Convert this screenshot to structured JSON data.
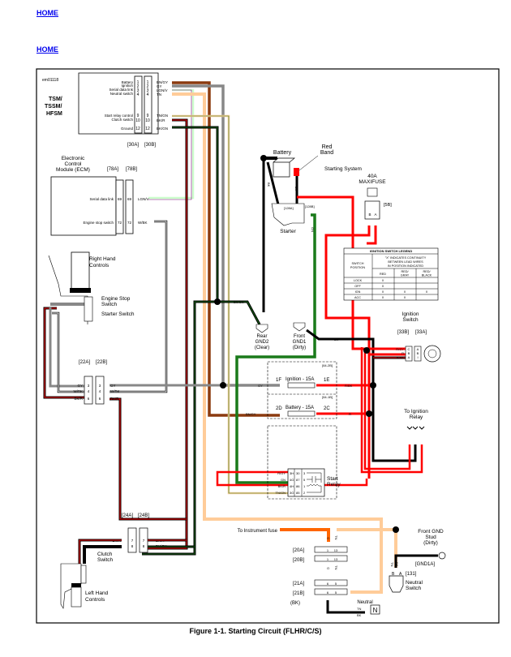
{
  "nav": {
    "home_link_1": "HOME",
    "home_link_2": "HOME"
  },
  "figure": {
    "id_tag": "em01118",
    "caption": "Figure 1-1. Starting Circuit (FLHR/C/S)",
    "title": "Starting System"
  },
  "wire_colors": {
    "BK": "#000000",
    "R": "#ff0000",
    "GN": "#1a7a1a",
    "GY": "#888888",
    "BN": "#8b3a0f",
    "TN": "#ffcc99",
    "LGN": "#ccffcc",
    "V": "#800080",
    "O": "#ff6600"
  },
  "tsm": {
    "name_lines": [
      "TSM/",
      "TSSM/",
      "HFSM"
    ],
    "connector_a": "[30A]",
    "connector_b": "[30B]",
    "pins": [
      {
        "label": "Battery",
        "pin": "1",
        "wire": "BN/GY"
      },
      {
        "label": "Ignition",
        "pin": "2",
        "wire": "GY"
      },
      {
        "label": "Serial data link",
        "pin": "3",
        "wire": "LGN/V"
      },
      {
        "label": "Neutral switch",
        "pin": "4",
        "wire": "TN"
      },
      {
        "label": "Start relay control",
        "pin": "9",
        "wire": "TN/GN"
      },
      {
        "label": "Clutch switch",
        "pin": "10",
        "wire": "BK/R"
      },
      {
        "label": "Ground",
        "pin": "12",
        "wire": "BK/GN"
      }
    ]
  },
  "ecm": {
    "name_lines": [
      "Electronic",
      "Control",
      "Module (ECM)"
    ],
    "connector_a": "[78A]",
    "connector_b": "[78B]",
    "pins": [
      {
        "label": "Serial data link",
        "pin": "69",
        "wire": "LGN/V"
      },
      {
        "label": "Engine stop switch",
        "pin": "72",
        "wire": "W/BK"
      }
    ]
  },
  "right_hand_controls": {
    "name_lines": [
      "Right Hand",
      "Controls"
    ],
    "engine_stop_lines": [
      "Engine Stop",
      "Switch"
    ],
    "starter_switch": "Starter Switch",
    "connector_a": "[22A]",
    "connector_b": "[22B]",
    "pins": [
      {
        "pin": "3",
        "wire": "GY"
      },
      {
        "pin": "4",
        "wire": "W/BK"
      },
      {
        "pin": "6",
        "wire": "BK/R"
      }
    ]
  },
  "left_hand_controls": {
    "name_lines": [
      "Left Hand",
      "Controls"
    ],
    "clutch_lines": [
      "Clutch",
      "Switch"
    ],
    "connector_a": "[24A]",
    "connector_b": "[24B]",
    "pins": [
      {
        "pin": "7",
        "wire_a": "BK/R",
        "wire_b": "BK/R"
      },
      {
        "pin": "8",
        "wire_a": "BK",
        "wire_b": "BK/GN"
      }
    ]
  },
  "battery": {
    "label": "Battery",
    "red_band_lines": [
      "Red",
      "Band"
    ],
    "wire_neg": "BK",
    "wire_pos": "BK"
  },
  "starter": {
    "label": "Starter",
    "conn_a": "[128A]",
    "conn_b": "[128B]",
    "wire": "GN"
  },
  "maxifuse": {
    "lines": [
      "40A",
      "MAXIFUSE"
    ],
    "connector": "[5B]",
    "pin_b": "B",
    "pin_a": "A",
    "wire_b": "R",
    "wire_a": "R"
  },
  "grounds": {
    "rear_lines": [
      "Rear",
      "GND2",
      "(Clear)"
    ],
    "front_lines": [
      "Front",
      "GND1",
      "(Dirty)"
    ],
    "rear_wire": "BK/GN",
    "rear_wire_2": "BK",
    "front_wire": "BK"
  },
  "ignition_legend": {
    "title": "IGNITION SWITCH LEGEND",
    "note_lines": [
      "\"X\" INDICATES CONTINUITY",
      "BETWEEN LEAD WIRES",
      "IN POSITION INDICATED"
    ],
    "col_header_lines": [
      "SWITCH",
      "POSITION"
    ],
    "columns": [
      "RED",
      "RED/\nGRAY",
      "RED/\nBLACK"
    ],
    "rows": [
      {
        "position": "LOCK",
        "values": [
          "X",
          "",
          ""
        ]
      },
      {
        "position": "OFF",
        "values": [
          "X",
          "",
          ""
        ]
      },
      {
        "position": "IGN",
        "values": [
          "X",
          "X",
          "X"
        ]
      },
      {
        "position": "ACC",
        "values": [
          "X",
          "X",
          ""
        ]
      }
    ]
  },
  "ignition_switch": {
    "name_lines": [
      "Ignition",
      "Switch"
    ],
    "connector_b": "[33B]",
    "connector_a": "[33A]",
    "pins": [
      {
        "pin_b": "C",
        "pin_a": "A",
        "wire": "R/GY"
      },
      {
        "pin_b": "B",
        "pin_a": "B",
        "wire": "R"
      },
      {
        "pin_b": "A",
        "pin_a": "I",
        "wire": "R/BK"
      }
    ]
  },
  "fuses": [
    {
      "ref": "[64-2B]",
      "name": "Ignition - 15A",
      "in": "1F",
      "out": "1E",
      "wire_in": "GY",
      "wire_out": "R/BK"
    },
    {
      "ref": "[64-1B]",
      "name": "Battery - 15A",
      "in": "2D",
      "out": "2C",
      "wire_in": "BN/GY",
      "wire_out": "R"
    }
  ],
  "to_ignition_relay": {
    "lines": [
      "To Ignition",
      "Relay"
    ],
    "wires": [
      "R/BK",
      "BK",
      "R"
    ]
  },
  "start_relay": {
    "name_lines": [
      "Start",
      "Relay"
    ],
    "pins": [
      {
        "cav": "3H",
        "term": "30",
        "num": "3",
        "wire": "R/GY"
      },
      {
        "cav": "4G",
        "term": "87",
        "num": "5",
        "wire": "GN"
      },
      {
        "cav": "4H",
        "term": "86",
        "num": "1",
        "wire": "BK/R"
      },
      {
        "cav": "3G",
        "term": "85",
        "num": "2",
        "wire": "TN/GN"
      }
    ]
  },
  "misc_wires": {
    "gy": "GY",
    "bn_gy": "BN/GY",
    "r_bk": "R/BK",
    "r": "R",
    "bk": "BK"
  },
  "instrument": {
    "to_fuse": "To Instrument fuse",
    "wire_o": "O",
    "wire_tn": "TN",
    "conn_20a": "[20A]",
    "conn_20b": "[20B]",
    "pins_20": [
      "1",
      "13"
    ],
    "conn_21a": "[21A]",
    "conn_21b": "[21B]",
    "conn_21_note": "(BK)",
    "pins_21": [
      "6",
      "5"
    ]
  },
  "neutral": {
    "label": "Neutral",
    "symbol": "N",
    "wire_tn": "TN",
    "wire_bk": "BK",
    "switch_lines": [
      "Neutral",
      "Switch"
    ],
    "connector": "[131]",
    "pin_b": "B",
    "pin_a": "A",
    "wire_tn2": "TN",
    "wire_bk2": "BK"
  },
  "front_gnd_stud": {
    "lines": [
      "Front GND",
      "Stud",
      "(Dirty)"
    ],
    "connector": "[GND1A]"
  }
}
